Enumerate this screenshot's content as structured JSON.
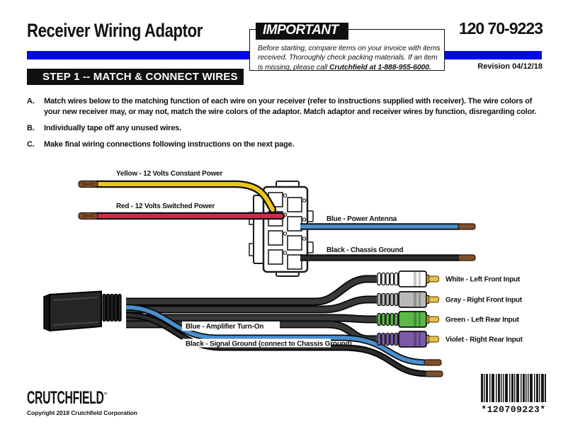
{
  "header": {
    "title": "Receiver Wiring Adaptor",
    "part_number": "120 70-9223",
    "revision": "Revision 04/12/18",
    "step_banner": "STEP 1 -- MATCH & CONNECT WIRES",
    "accent_color": "#0008f0"
  },
  "important": {
    "label": "IMPORTANT",
    "line1": "Before starting, compare items on your invoice with items",
    "line2": "received.  Thoroughly check packing materials.  If an item",
    "line3_prefix": "is missing, please call ",
    "line3_bold": "Crutchfield at 1-888-955-6000."
  },
  "instructions": [
    {
      "letter": "A.",
      "text": "Match wires below to the matching function of each wire on your receiver (refer to instructions supplied with receiver).  The wire colors of your new receiver may, or may not, match the wire colors of the adaptor.  Match adaptor and receiver wires by function, disregarding color."
    },
    {
      "letter": "B.",
      "text": "Individually tape off any unused wires."
    },
    {
      "letter": "C.",
      "text": "Make final wiring connections following instructions on the next page."
    }
  ],
  "diagram": {
    "labels": {
      "yellow": "Yellow - 12 Volts Constant Power",
      "red": "Red - 12 Volts Switched Power",
      "blue_antenna": "Blue - Power Antenna",
      "black_ground": "Black - Chassis Ground",
      "white_rca": "White - Left Front Input",
      "gray_rca": "Gray - Right Front Input",
      "green_rca": "Green - Left Rear Input",
      "violet_rca": "Violet - Right Rear Input",
      "blue_amp": "Blue - Amplifier Turn-On",
      "black_signal": "Black - Signal Ground (connect to Chassis Ground)"
    },
    "colors": {
      "yellow": "#edc51c",
      "red": "#d2294b",
      "blue": "#4a8fd0",
      "black_wire": "#2d2d2d",
      "white_rca": "#ffffff",
      "gray_rca": "#b9b9b9",
      "green_rca": "#5cb947",
      "violet_rca": "#7b5aa8",
      "gold": "#e3bd4e",
      "copper": "#7d4f2c",
      "cable": "#383838"
    }
  },
  "footer": {
    "logo": "CRUTCHFIELD",
    "logo_mark": "™",
    "copyright": "Copyright 2018  Crutchfield Corporation",
    "barcode_text": "*120709223*"
  }
}
